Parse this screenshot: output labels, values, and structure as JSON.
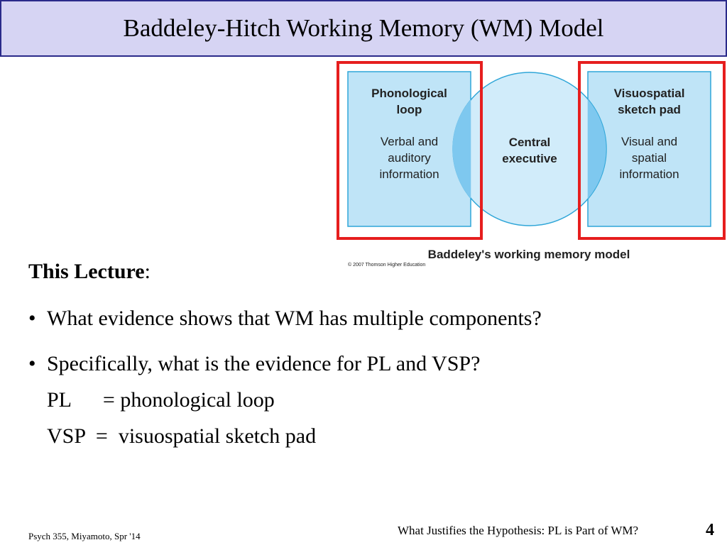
{
  "slide": {
    "title": "Baddeley-Hitch Working Memory (WM) Model"
  },
  "figure": {
    "left_box": {
      "title": "Phonological loop",
      "title_l1": "Phonological",
      "title_l2": "loop",
      "body_l1": "Verbal and",
      "body_l2": "auditory",
      "body_l3": "information"
    },
    "center": {
      "l1": "Central",
      "l2": "executive"
    },
    "right_box": {
      "title_l1": "Visuospatial",
      "title_l2": "sketch pad",
      "body_l1": "Visual and",
      "body_l2": "spatial",
      "body_l3": "information"
    },
    "caption": "Baddeley's working memory model",
    "copyright": "© 2007 Thomson Higher Education",
    "colors": {
      "box_fill": "#bfe4f7",
      "box_stroke": "#2fa6d8",
      "circle_fill": "#c9e9f9",
      "highlight": "#e61e1e",
      "overlap": "#7ec8ef"
    }
  },
  "content": {
    "heading": "This Lecture",
    "heading_suffix": ":",
    "bullets": [
      "What evidence shows that WM has multiple components?",
      "Specifically, what is the evidence for PL and VSP?"
    ],
    "def_pl": "PL      = phonological loop",
    "def_vsp": "VSP  =  visuospatial sketch pad",
    "bullet_char": "•"
  },
  "footer": {
    "left": "Psych 355, Miyamoto, Spr '14",
    "right": "What Justifies the Hypothesis:  PL is Part of WM?",
    "page": "4"
  }
}
